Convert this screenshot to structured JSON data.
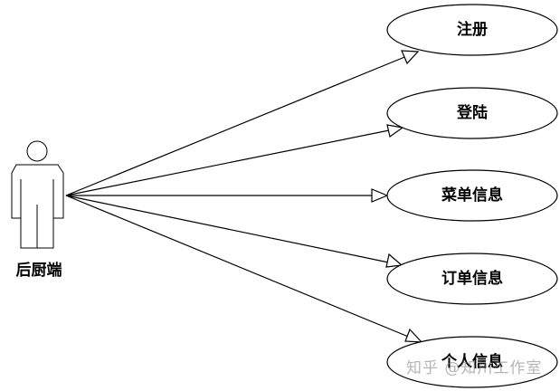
{
  "actor": {
    "label": "后厨端",
    "icon": "person-icon"
  },
  "use_cases": [
    {
      "label": "注册"
    },
    {
      "label": "登陆"
    },
    {
      "label": "菜单信息"
    },
    {
      "label": "订单信息"
    },
    {
      "label": "个人信息"
    }
  ],
  "watermark": "知乎 @知川工作室"
}
